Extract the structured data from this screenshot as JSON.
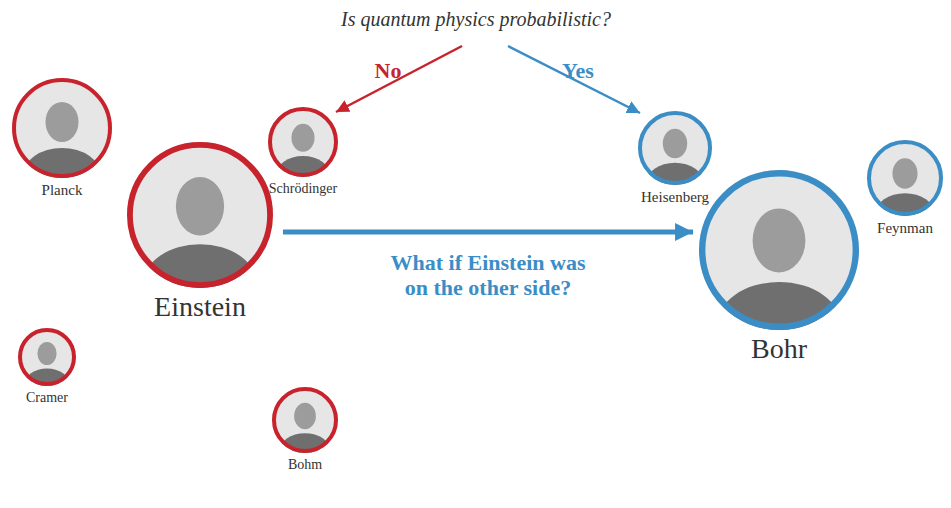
{
  "diagram": {
    "title": "Is quantum physics probabilistic?",
    "nodes": [
      {
        "text": [
          "Planck"
        ]
      },
      {
        "text": [
          "Schrödinger"
        ]
      },
      {
        "text": [
          "Heisenberg"
        ]
      },
      {
        "text": [
          "Feynman"
        ]
      },
      {
        "text": [
          "Einstein"
        ]
      },
      {
        "text": [
          "Bohr"
        ]
      },
      {
        "text": [
          "Cramer"
        ]
      },
      {
        "text": [
          "Bohm"
        ]
      }
    ],
    "edges": [
      {
        "from": 4,
        "to": 5,
        "label": "What if Einstein was on the other side?",
        "arrow": "to"
      }
    ],
    "labels": [
      "No",
      "Yes"
    ]
  }
}
